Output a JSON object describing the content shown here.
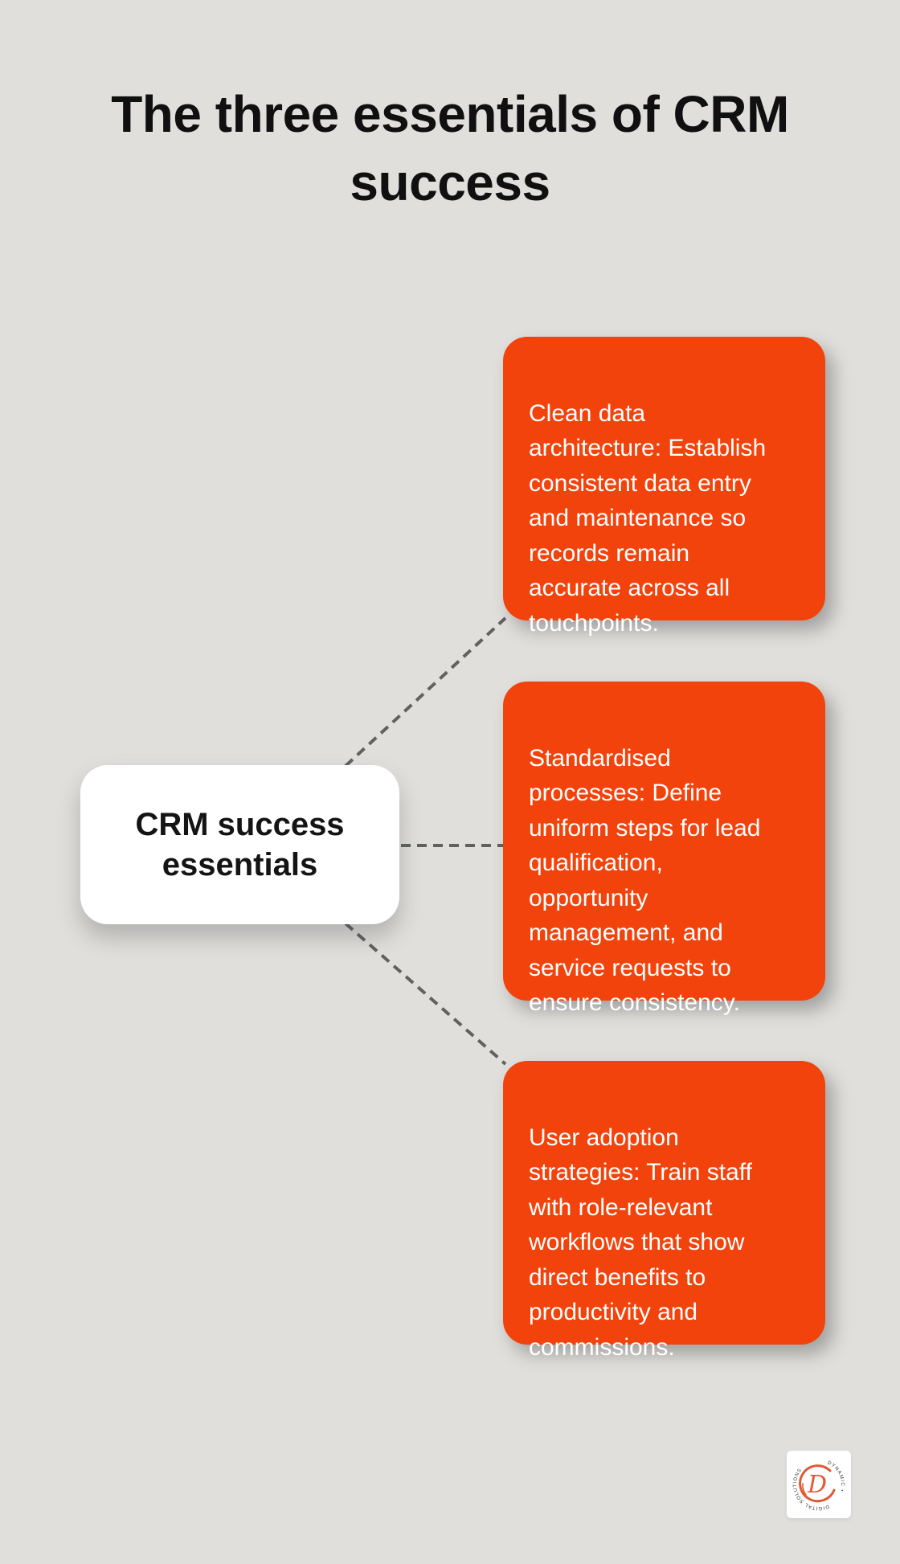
{
  "title": "The three essentials of CRM\nsuccess",
  "center_node": {
    "label": "CRM success\nessentials"
  },
  "cards": [
    {
      "id": "clean-data-architecture",
      "text": "Clean data\narchitecture: Establish\nconsistent data entry\nand maintenance so\nrecords remain\naccurate across all\ntouchpoints."
    },
    {
      "id": "standardised-processes",
      "text": "Standardised\nprocesses: Define\nuniform steps for lead\nqualification,\nopportunity\nmanagement, and\nservice requests to\nensure consistency."
    },
    {
      "id": "user-adoption-strategies",
      "text": "User adoption\nstrategies: Train staff\nwith role-relevant\nworkflows that show\ndirect benefits to\nproductivity and\ncommissions."
    }
  ],
  "logo": {
    "monogram": "D",
    "brand_top": "DYNAMIC •",
    "brand_bottom": "DIGITAL SOLUTIONS"
  },
  "colors": {
    "background": "#e0dfdc",
    "card_fill": "#f2430c",
    "card_text": "#ffffff",
    "center_node_fill": "#ffffff",
    "title_text": "#101010",
    "connector": "#616161",
    "logo_accent": "#e05a35",
    "logo_ring_text": "#3a3a3a"
  }
}
